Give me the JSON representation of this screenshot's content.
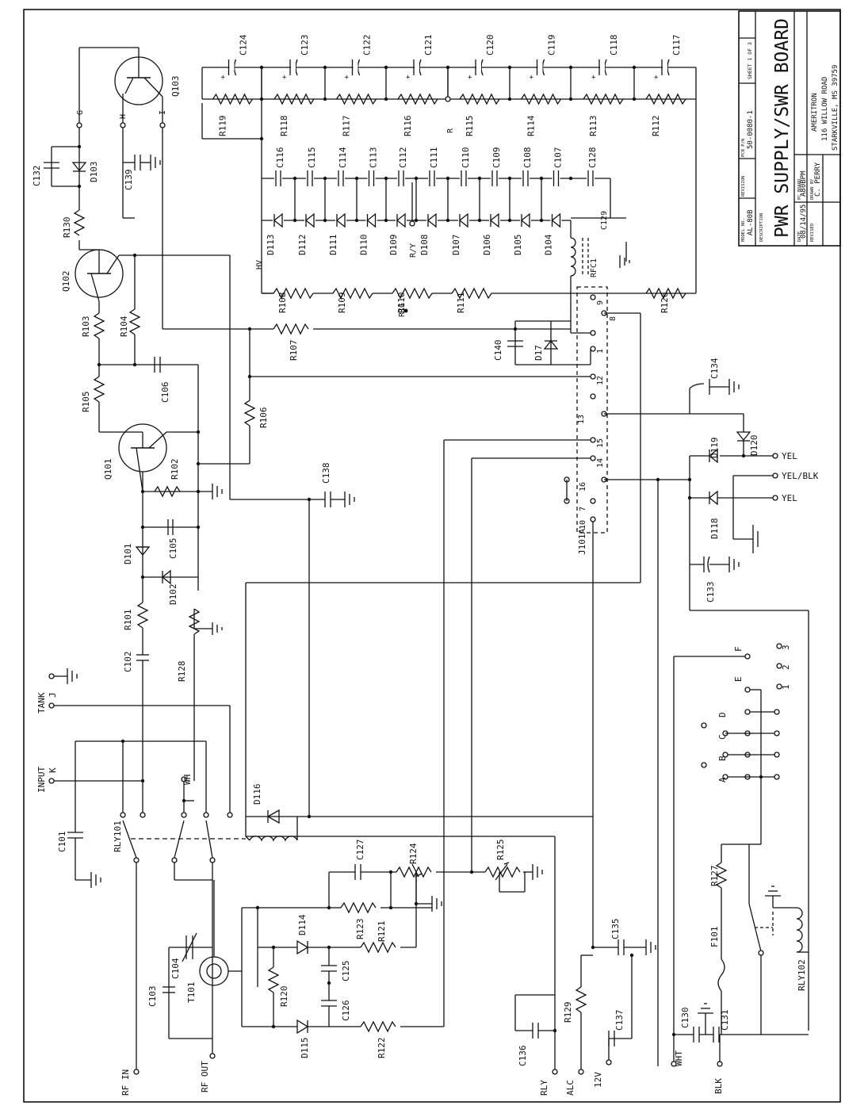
{
  "title_block": {
    "model_no_label": "MODEL NO.",
    "model_no": "AL-80B",
    "revision_label": "REVISION",
    "pcb_pn_label": "PCB P/N",
    "pcb_pn": "50-0080-1",
    "sheet": "SHEET 1 OF 3",
    "description_label": "DESCRIPTION",
    "description": "PWR SUPPLY/SWR BOARD",
    "date_label": "DATE",
    "date": "08/14/95",
    "pc_board_label": "PC BOARD",
    "pc_board": "A80BPM",
    "drawn_by_label": "DRAWN BY",
    "drawn_by": "C. PERRY",
    "revised_label": "REVISED",
    "company": "AMERITRON",
    "address": "116 WILLOW ROAD",
    "city": "STARKVILLE, MS  39759"
  },
  "rail_caps": [
    "C124",
    "C123",
    "C122",
    "C121",
    "C120",
    "C119",
    "C118",
    "C117"
  ],
  "rail_resistors": [
    "R119",
    "R118",
    "R117",
    "R116",
    "R115",
    "R114",
    "R113",
    "R112"
  ],
  "mult_caps": [
    "C116",
    "C115",
    "C114",
    "C113",
    "C112",
    "C111",
    "C110",
    "C109",
    "C108",
    "C107",
    "C128"
  ],
  "mult_diodes": [
    "D113",
    "D112",
    "D111",
    "D110",
    "D109",
    "D108",
    "D107",
    "D106",
    "D105",
    "D104"
  ],
  "bleeder_resistors": [
    "R108",
    "R109",
    "R110",
    "R111",
    "R126"
  ],
  "hv_labels": {
    "r": "R",
    "ry": "R/Y",
    "r1g": "R1G",
    "hv": "HV",
    "rfc1": "RFC1",
    "c129": "C129"
  },
  "top_parts": {
    "q103": "Q103",
    "c132": "C132",
    "d103": "D103",
    "c139": "C139",
    "g": "G",
    "h": "H",
    "i": "I",
    "r130": "R130"
  },
  "reg_parts": {
    "q102": "Q102",
    "r103": "R103",
    "r104": "R104",
    "c106": "C106",
    "r105": "R105",
    "q101": "Q101",
    "r102": "R102",
    "r106": "R106",
    "r107": "R107",
    "c138": "C138",
    "d101": "D101",
    "c105": "C105",
    "d102": "D102",
    "r101": "R101",
    "c102": "C102",
    "r128": "R128"
  },
  "connector": {
    "name": "J101A",
    "pins": [
      "9",
      "8",
      "1",
      "12",
      "13",
      "15",
      "14",
      "16",
      "7",
      "10"
    ]
  },
  "connector_side": {
    "c140": "C140",
    "d17": "D17",
    "c134": "C134",
    "d119": "D119",
    "d120": "D120",
    "d118": "D118",
    "c133": "C133"
  },
  "wire_labels": {
    "yel1": "YEL",
    "yelblk": "YEL/BLK",
    "yel2": "YEL"
  },
  "io_labels": {
    "tank": "TANK",
    "j": "J",
    "input": "INPUT",
    "k": "K",
    "wh": "WH",
    "rf_in": "RF IN",
    "rf_out": "RF OUT",
    "rly": "RLY",
    "alc": "ALC",
    "v12": "12V",
    "wht": "WHT",
    "blk": "BLK"
  },
  "relay_section": {
    "c101": "C101",
    "rly101": "RLY101",
    "d116": "D116",
    "c104": "C104",
    "c103": "C103",
    "t101": "T101",
    "r120": "R120",
    "d114": "D114",
    "d115": "D115",
    "c125": "C125",
    "c126": "C126",
    "r121": "R121",
    "r122": "R122",
    "r123": "R123",
    "r124": "R124",
    "c127": "C127",
    "r125": "R125",
    "c136": "C136",
    "r129": "R129",
    "c135": "C135",
    "c137": "C137"
  },
  "right_section": {
    "c130": "C130",
    "c131": "C131",
    "f101": "F101",
    "r127": "R127",
    "rly102": "RLY102"
  },
  "terminals": {
    "a": "A",
    "b": "B",
    "c": "C",
    "d": "D",
    "e": "E",
    "f": "F",
    "n1": "1",
    "n2": "2",
    "n3": "3"
  }
}
